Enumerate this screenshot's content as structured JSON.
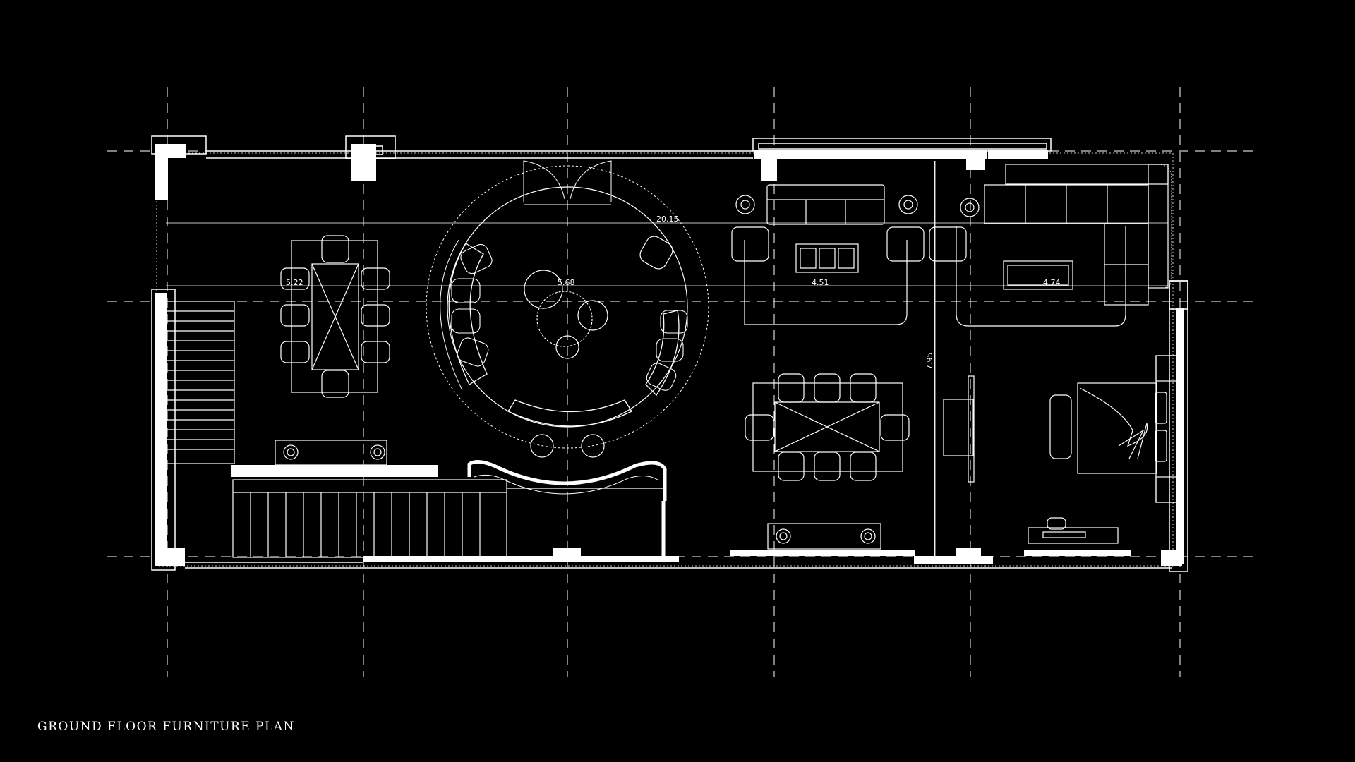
{
  "title": "GROUND FLOOR FURNITURE PLAN",
  "dimensions": {
    "overall_width": "20.15",
    "dining_bay_width": "5.22",
    "round_lounge_width": "5.68",
    "living_bay_width": "4.51",
    "family_bay_width": "4.74",
    "right_depth": "7.95"
  },
  "colors": {
    "background": "#000000",
    "linework": "#ffffff"
  }
}
